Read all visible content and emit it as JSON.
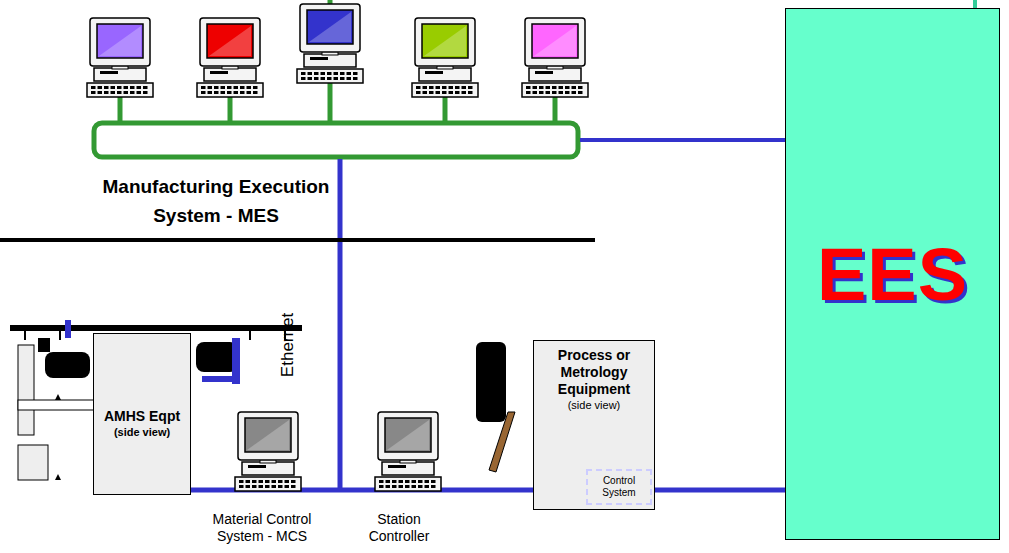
{
  "diagram": {
    "nodes": [
      {
        "text": [
          "EES"
        ]
      },
      {
        "text": [
          "AMHS Eqpt",
          "(side view)"
        ]
      },
      {
        "text": [
          "Process or Metrology Equipment",
          "(side view)"
        ]
      },
      {
        "text": [
          "Control System"
        ],
        "in": 2
      }
    ],
    "edges": [
      {
        "from": 1,
        "to": 2,
        "arrow": "none"
      },
      {
        "from": 2,
        "to": 0,
        "arrow": "none"
      }
    ],
    "labels": [
      "Manufacturing Execution System - MES",
      "Ethernet",
      "Material Control System - MCS",
      "Station Controller"
    ]
  }
}
